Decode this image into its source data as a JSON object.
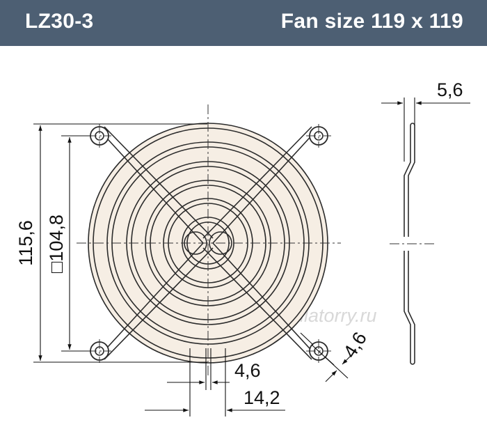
{
  "header": {
    "model": "LZ30-3",
    "fan_size": "Fan size 119 x 119",
    "background": "#4d5f73"
  },
  "dimensions": {
    "overall_height": "115,6",
    "square_side": "□104,8",
    "thickness": "5,6",
    "hole_diameter": "4,6",
    "wire_gap": "4,6",
    "wire_span": "14,2"
  },
  "watermark": "ventilatorry.ru",
  "colors": {
    "line": "#2b2b2b",
    "grill_fill": "#f6eee4"
  }
}
